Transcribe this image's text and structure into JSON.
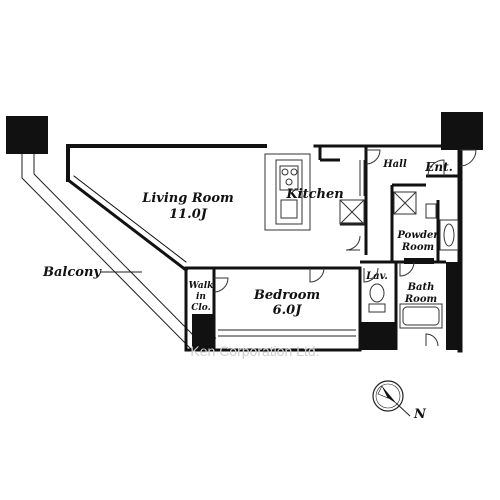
{
  "rooms": {
    "living_name": "Living Room",
    "living_size": "11.0J",
    "kitchen": "Kitchen",
    "hall": "Hall",
    "entrance": "Ent.",
    "powder_line1": "Powder",
    "powder_line2": "Room",
    "bedroom_name": "Bedroom",
    "bedroom_size": "6.0J",
    "walkin_line1": "Walk",
    "walkin_line2": "in",
    "walkin_line3": "Clo.",
    "lavatory": "Lav.",
    "bath_line1": "Bath",
    "bath_line2": "Room",
    "balcony": "Balcony"
  },
  "watermark": "Ken Corporation Ltd.",
  "compass": {
    "north_label": "N"
  },
  "colors": {
    "wall": "#111111",
    "line": "#222222",
    "watermark": "#cfcfcf"
  }
}
